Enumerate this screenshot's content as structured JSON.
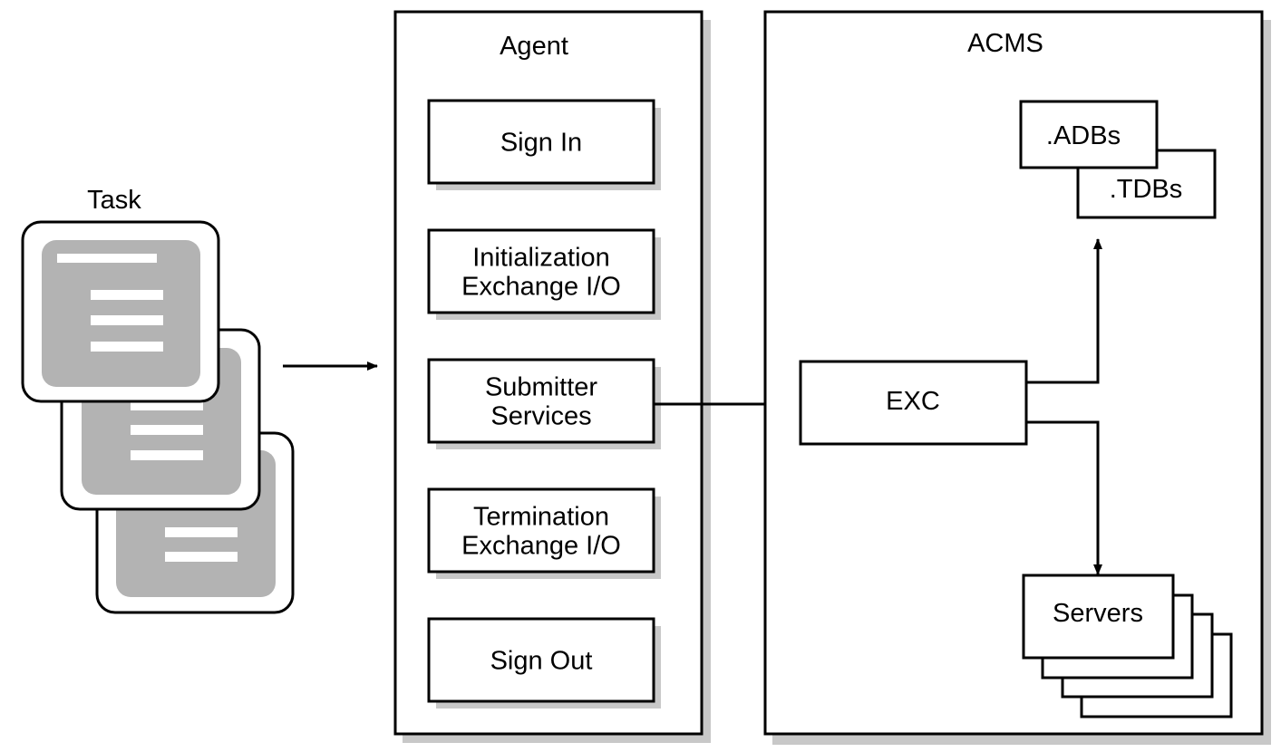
{
  "task": {
    "label": "Task"
  },
  "agent": {
    "title": "Agent",
    "steps": [
      {
        "lines": [
          "Sign In"
        ]
      },
      {
        "lines": [
          "Initialization",
          "Exchange I/O"
        ]
      },
      {
        "lines": [
          "Submitter",
          "Services"
        ]
      },
      {
        "lines": [
          "Termination",
          "Exchange I/O"
        ]
      },
      {
        "lines": [
          "Sign Out"
        ]
      }
    ]
  },
  "acms": {
    "title": "ACMS",
    "adbs_label": ".ADBs",
    "tdbs_label": ".TDBs",
    "exc_label": "EXC",
    "servers_label": "Servers"
  },
  "colors": {
    "stroke": "#000000",
    "shadow": "#c8c8c8",
    "doc_fill": "#b3b3b3",
    "background": "#ffffff"
  }
}
